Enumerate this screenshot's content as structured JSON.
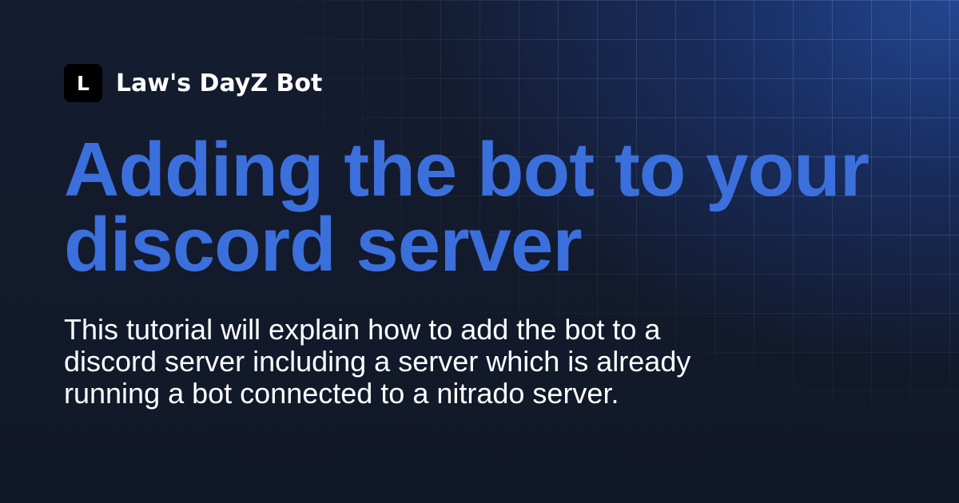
{
  "brand": {
    "logo_letter": "L",
    "name": "Law's DayZ Bot"
  },
  "main": {
    "title": "Adding the bot to your discord server",
    "description": "This tutorial will explain how to add the bot to a discord server including a server which is already running a bot connected to a nitrado server."
  },
  "colors": {
    "title": "#3b6fdc",
    "background": "#111827",
    "logo_bg": "#000000",
    "text": "#ffffff"
  }
}
